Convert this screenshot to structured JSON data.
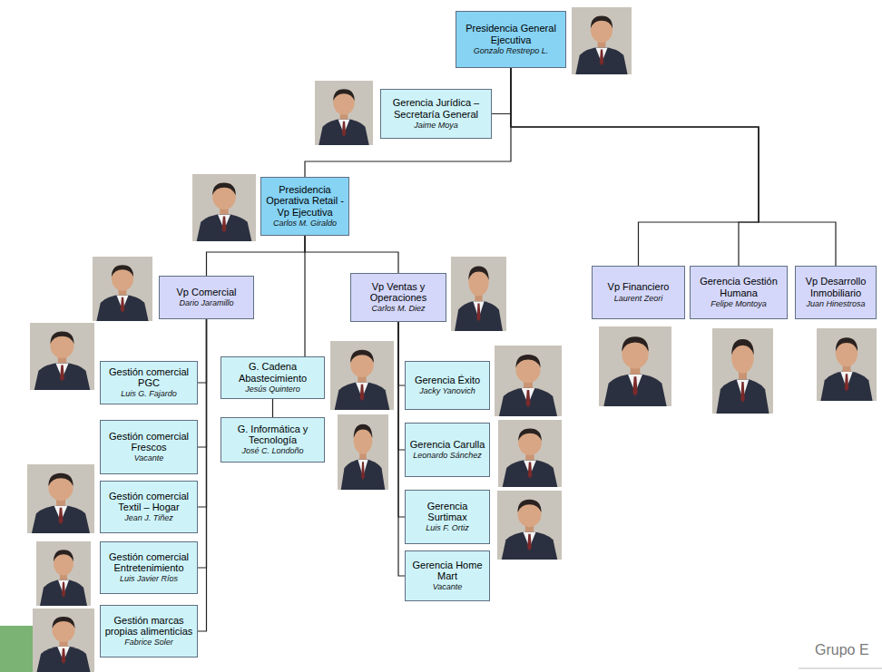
{
  "diagram": {
    "nodes": [
      {
        "text": [
          "Presidencia General Ejecutiva",
          "Gonzalo Restrepo L."
        ]
      },
      {
        "text": [
          "Gerencia Jurídica – Secretaría General",
          "Jaime Moya"
        ]
      },
      {
        "text": [
          "Presidencia Operativa Retail - Vp Ejecutiva",
          "Carlos M. Giraldo"
        ]
      },
      {
        "text": [
          "Vp Comercial",
          "Dario Jaramillo"
        ]
      },
      {
        "text": [
          "Vp Ventas y Operaciones",
          "Carlos M. Diez"
        ]
      },
      {
        "text": [
          "Vp Financiero",
          "Laurent Zeori"
        ]
      },
      {
        "text": [
          "Gerencia Gestión Humana",
          "Felipe Montoya"
        ]
      },
      {
        "text": [
          "Vp Desarrollo Inmobiliario",
          "Juan Hinestrosa"
        ]
      },
      {
        "text": [
          "Gestión comercial PGC",
          "Luis G. Fajardo"
        ]
      },
      {
        "text": [
          "Gestión comercial Frescos",
          "Vacante"
        ]
      },
      {
        "text": [
          "Gestión comercial Textil – Hogar",
          "Jean J. Tiñez"
        ]
      },
      {
        "text": [
          "Gestión comercial Entretenimiento",
          "Luis Javier Ríos"
        ]
      },
      {
        "text": [
          "Gestión marcas propias alimenticias",
          "Fabrice Soler"
        ]
      },
      {
        "text": [
          "G. Cadena Abastecimiento",
          "Jesús Quintero"
        ]
      },
      {
        "text": [
          "G. Informática y Tecnología",
          "José C. Londoño"
        ]
      },
      {
        "text": [
          "Gerencia Éxito",
          "Jacky Yanovich"
        ]
      },
      {
        "text": [
          "Gerencia Carulla",
          "Leonardo Sánchez"
        ]
      },
      {
        "text": [
          "Gerencia Surtimax",
          "Luis F. Ortiz"
        ]
      },
      {
        "text": [
          "Gerencia Home Mart",
          "Vacante"
        ]
      }
    ],
    "edges": [
      {
        "from": 0,
        "to": 1,
        "arrow": "none"
      },
      {
        "from": 0,
        "to": 2,
        "arrow": "none"
      },
      {
        "from": 0,
        "to": 5,
        "arrow": "none"
      },
      {
        "from": 0,
        "to": 6,
        "arrow": "none"
      },
      {
        "from": 0,
        "to": 7,
        "arrow": "none"
      },
      {
        "from": 2,
        "to": 3,
        "arrow": "none"
      },
      {
        "from": 2,
        "to": 4,
        "arrow": "none"
      },
      {
        "from": 2,
        "to": 13,
        "arrow": "none"
      },
      {
        "from": 13,
        "to": 14,
        "arrow": "none"
      },
      {
        "from": 3,
        "to": 8,
        "arrow": "none"
      },
      {
        "from": 3,
        "to": 9,
        "arrow": "none"
      },
      {
        "from": 3,
        "to": 10,
        "arrow": "none"
      },
      {
        "from": 3,
        "to": 11,
        "arrow": "none"
      },
      {
        "from": 3,
        "to": 12,
        "arrow": "none"
      },
      {
        "from": 4,
        "to": 15,
        "arrow": "none"
      },
      {
        "from": 4,
        "to": 16,
        "arrow": "none"
      },
      {
        "from": 4,
        "to": 17,
        "arrow": "none"
      },
      {
        "from": 4,
        "to": 18,
        "arrow": "none"
      }
    ],
    "labels": [
      "Grupo E"
    ]
  }
}
